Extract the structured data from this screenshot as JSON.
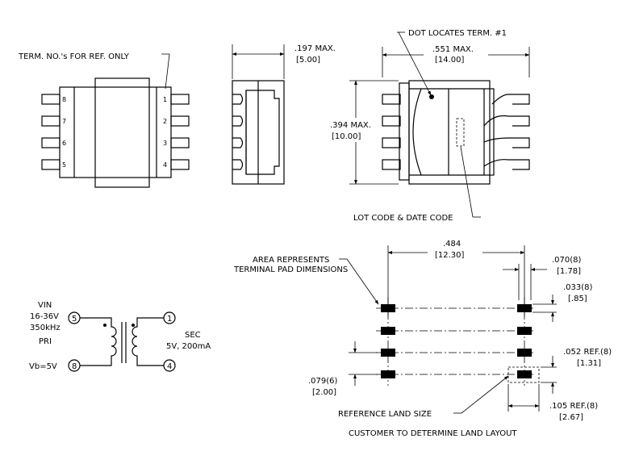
{
  "top_view": {
    "note": "TERM. NO.'s FOR REF. ONLY",
    "pins_right": [
      "1",
      "2",
      "3",
      "4"
    ],
    "pins_left": [
      "8",
      "7",
      "6",
      "5"
    ]
  },
  "side_view": {
    "height_in": ".197 MAX.",
    "height_mm": "[5.00]"
  },
  "end_view": {
    "dot_note": "DOT LOCATES TERM. #1",
    "width_in": ".551 MAX.",
    "width_mm": "[14.00]",
    "depth_in": ".394 MAX.",
    "depth_mm": "[10.00]",
    "lot_note": "LOT CODE & DATE CODE"
  },
  "schematic": {
    "vin": "VIN",
    "vin_range": "16-36V",
    "freq": "350kHz",
    "pri": "PRI",
    "vb": "Vb=5V",
    "sec": "SEC",
    "sec_rating": "5V, 200mA",
    "pin_5": "5",
    "pin_8": "8",
    "pin_1": "1",
    "pin_4": "4"
  },
  "land_pattern": {
    "area_note_1": "AREA REPRESENTS",
    "area_note_2": "TERMINAL PAD DIMENSIONS",
    "span_in": ".484",
    "span_mm": "[12.30]",
    "pad_width_in": ".070(8)",
    "pad_width_mm": "[1.78]",
    "pad_height_in": ".033(8)",
    "pad_height_mm": "[.85]",
    "ref_height_in": ".052 REF.(8)",
    "ref_height_mm": "[1.31]",
    "pitch_in": ".079(6)",
    "pitch_mm": "[2.00]",
    "ref_width_in": ".105 REF.(8)",
    "ref_width_mm": "[2.67]",
    "land_note": "REFERENCE LAND SIZE",
    "customer_note": "CUSTOMER TO DETERMINE LAND LAYOUT"
  }
}
